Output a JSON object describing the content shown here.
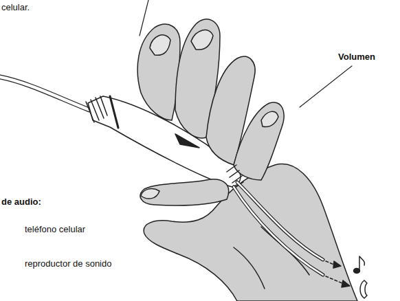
{
  "diagram": {
    "labels": [
      "celular.",
      "Volumen",
      "de audio:",
      "teléfono celular",
      "reproductor de sonido"
    ]
  }
}
